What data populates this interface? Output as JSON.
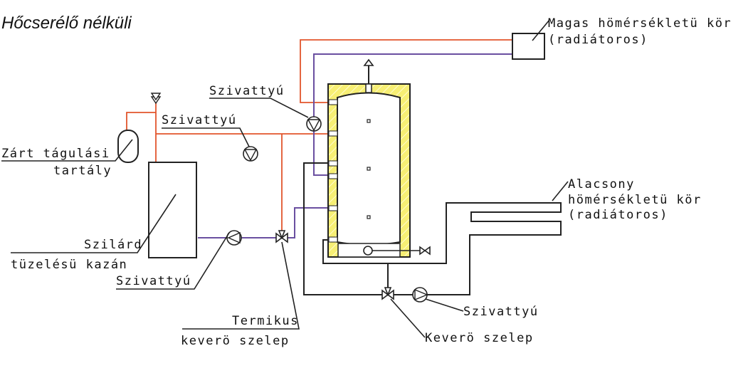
{
  "title": "Hőcserélő nélküli",
  "labels": {
    "high_temp_circuit_line1": "Magas hömérsékletü kör",
    "high_temp_circuit_line2": "(radiátoros)",
    "pump_top": "Szivattyú",
    "pump_middle": "Szivattyú",
    "expansion_tank_line1": "Zárt tágulási",
    "expansion_tank_line2": "tartály",
    "boiler_line1": "Szilárd",
    "boiler_line2": "tüzelésü kazán",
    "pump_boiler": "Szivattyú",
    "thermal_valve_line1": "Termikus",
    "thermal_valve_line2": "keverö szelep",
    "low_temp_circuit_line1": "Alacsony",
    "low_temp_circuit_line2": "hömérsékletü kör",
    "low_temp_circuit_line3": "(radiátoros)",
    "pump_low": "Szivattyú",
    "mixing_valve": "Keverö szelep"
  },
  "colors": {
    "hot_pipe": "#e2552c",
    "return_pipe": "#6a4fa0",
    "insulation": "#f7ef74",
    "line": "#222222"
  }
}
